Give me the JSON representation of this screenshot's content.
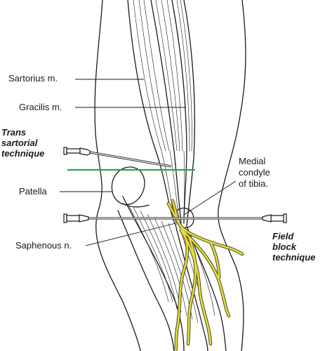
{
  "labels": {
    "sartorius": "Sartorius m.",
    "gracilis": "Gracilis m.",
    "patella": "Patella",
    "saphenous": "Saphenous n.",
    "medial_condyle": [
      "Medial",
      "condyle",
      "of tibia."
    ]
  },
  "techniques": {
    "trans_sartorial": [
      "Trans",
      "sartorial",
      "technique"
    ],
    "field_block": [
      "Field",
      "block",
      "technique"
    ]
  },
  "colors": {
    "nerve": "#e6dd3a",
    "marker_line": "#2ea44f",
    "ink": "#1a1a1a"
  },
  "icons": [
    "syringe-needle-icon"
  ]
}
